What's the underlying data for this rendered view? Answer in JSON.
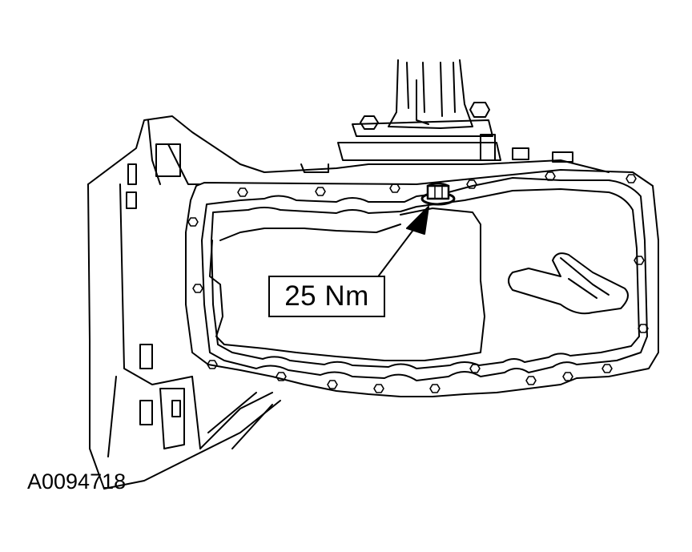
{
  "diagram": {
    "torque_callout": "25 Nm",
    "figure_id": "A0094718",
    "line_color": "#000000",
    "background_color": "#ffffff",
    "components": {
      "oil_pan": "oil-pan",
      "drain_bolt": "drain-plug-bolt",
      "transmission_mount": "transmission-mount",
      "engine_block": "engine-block"
    }
  }
}
